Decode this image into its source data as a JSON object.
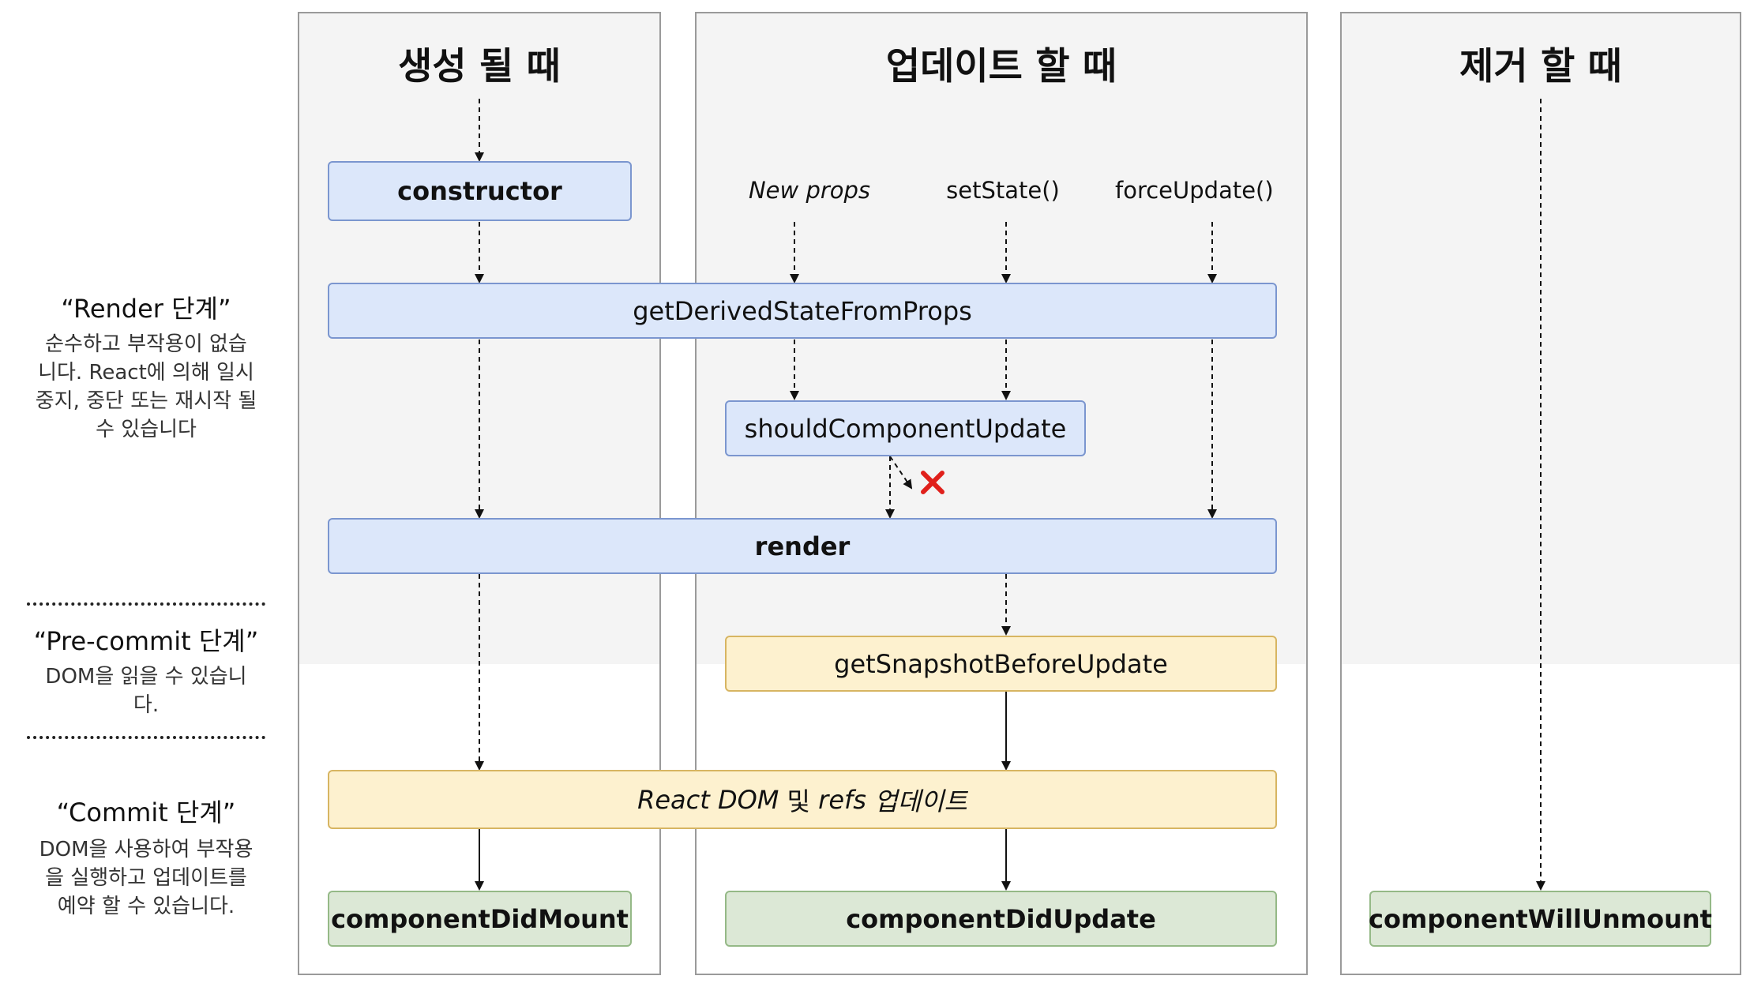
{
  "columns": {
    "mount": {
      "title": "생성 될 때"
    },
    "update": {
      "title": "업데이트 할 때"
    },
    "unmount": {
      "title": "제거 할 때"
    }
  },
  "phases": {
    "render": {
      "title": "“Render 단계”",
      "desc": [
        "순수하고 부작용이 없습",
        "니다. React에 의해 일시",
        "중지, 중단 또는 재시작 될",
        "수 있습니다"
      ]
    },
    "precommit": {
      "title": "“Pre-commit 단계”",
      "desc": [
        "DOM을 읽을 수 있습니",
        "다."
      ]
    },
    "commit": {
      "title": "“Commit 단계”",
      "desc": [
        "DOM을 사용하여 부작용",
        "을 실행하고 업데이트를",
        "예약 할 수 있습니다."
      ]
    }
  },
  "triggers": {
    "new_props": "New props",
    "set_state": "setState()",
    "force_update": "forceUpdate()"
  },
  "boxes": {
    "constructor": "constructor",
    "get_derived_state_from_props": "getDerivedStateFromProps",
    "should_component_update": "shouldComponentUpdate",
    "render": "render",
    "get_snapshot_before_update": "getSnapshotBeforeUpdate",
    "react_dom_update": {
      "part1": "React DOM",
      "part2": " 및 ",
      "part3": "refs",
      "part4": " 업데이트"
    },
    "component_did_mount": "componentDidMount",
    "component_did_update": "componentDidUpdate",
    "component_will_unmount": "componentWillUnmount"
  },
  "colors": {
    "render_box": "#dce7fa",
    "precommit_box": "#fdf1cf",
    "commit_box": "#dce8d6",
    "cancel_mark": "#e0201b"
  },
  "icons": {
    "cancel": "cross-icon"
  }
}
